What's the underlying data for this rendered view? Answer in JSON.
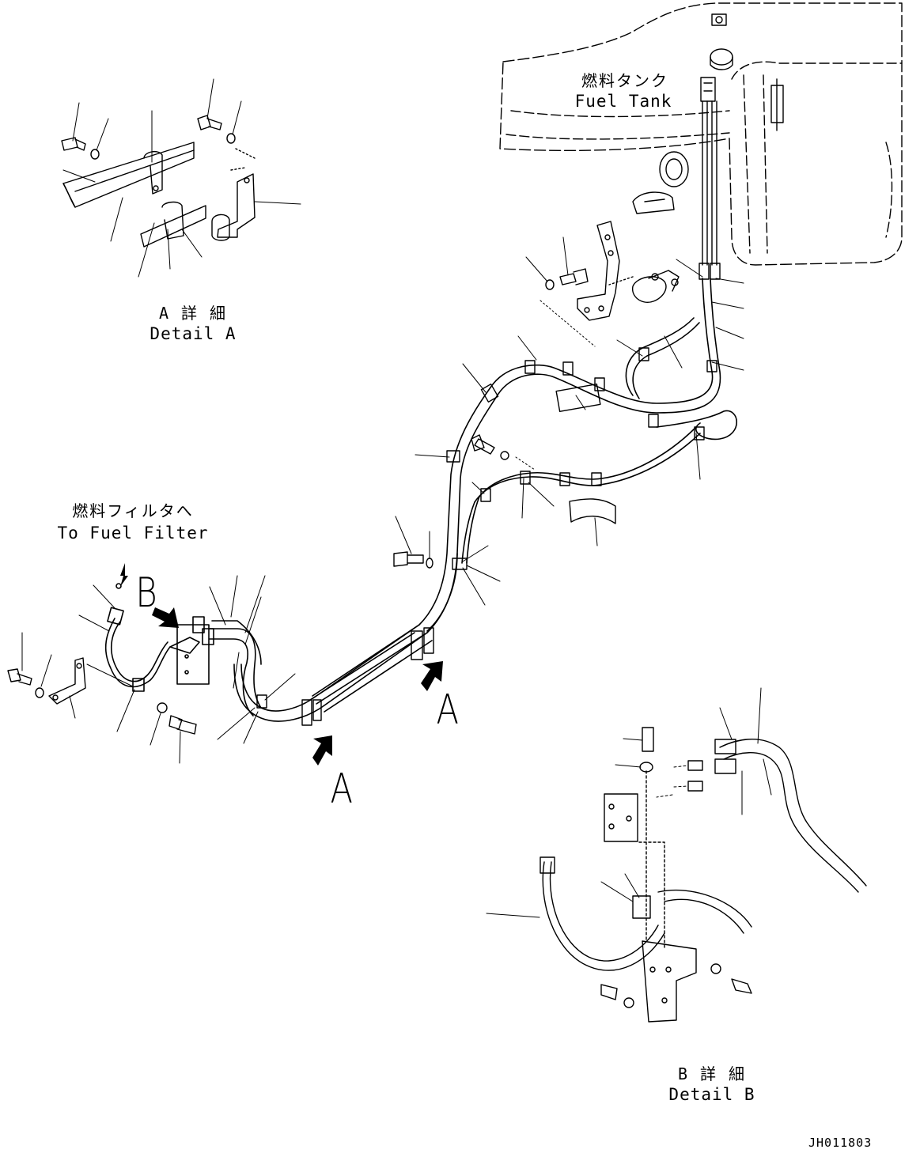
{
  "title": "",
  "labels": {
    "fuel_tank_jp": "燃料タンク",
    "fuel_tank_en": "Fuel Tank",
    "detail_a_jp": "A 詳 細",
    "detail_a_en": "Detail A",
    "detail_b_jp": "B 詳 細",
    "detail_b_en": "Detail B",
    "to_fuel_filter_jp": "燃料フィルタへ",
    "to_fuel_filter_en": "To Fuel Filter",
    "view_b": "B",
    "view_a_1": "A",
    "view_a_2": "A",
    "drawing_code": "JH011803"
  },
  "colors": {
    "line": "#000000",
    "background": "#ffffff"
  }
}
